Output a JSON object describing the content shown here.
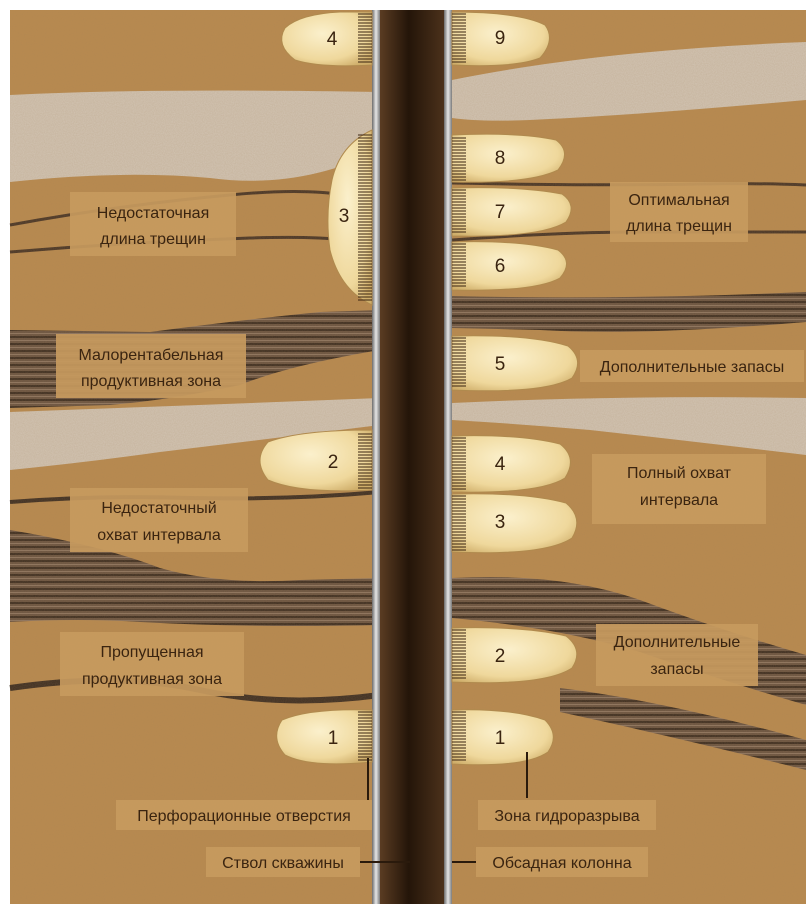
{
  "left_stages": [
    "4",
    "3",
    "2",
    "1"
  ],
  "right_stages": [
    "9",
    "8",
    "7",
    "6",
    "5",
    "4",
    "3",
    "2",
    "1"
  ],
  "labels": {
    "insufficient_length": [
      "Недостаточная",
      "длина трещин"
    ],
    "optimal_length": [
      "Оптимальная",
      "длина трещин"
    ],
    "marginal_zone": [
      "Малорентабельная",
      "продуктивная зона"
    ],
    "additional_reserves_1": [
      "Дополнительные запасы"
    ],
    "insufficient_coverage": [
      "Недостаточный",
      "охват интервала"
    ],
    "full_coverage": [
      "Полный охват",
      "интервала"
    ],
    "missed_zone": [
      "Пропущенная",
      "продуктивная зона"
    ],
    "additional_reserves_2": [
      "Дополнительные",
      "запасы"
    ]
  },
  "callouts": {
    "perforations": "Перфорационные отверстия",
    "frac_zone": "Зона гидроразрыва",
    "wellbore": "Ствол скважины",
    "casing": "Обсадная колонна"
  },
  "colors": {
    "formation": "#b98a4f",
    "light_layer": "#d2c4b3",
    "dark_layer": "#5a4636",
    "fracture": "#f1dfa8",
    "label_box": "#c79a5e",
    "text": "#3a2410",
    "wellbore": "#3b2716"
  }
}
